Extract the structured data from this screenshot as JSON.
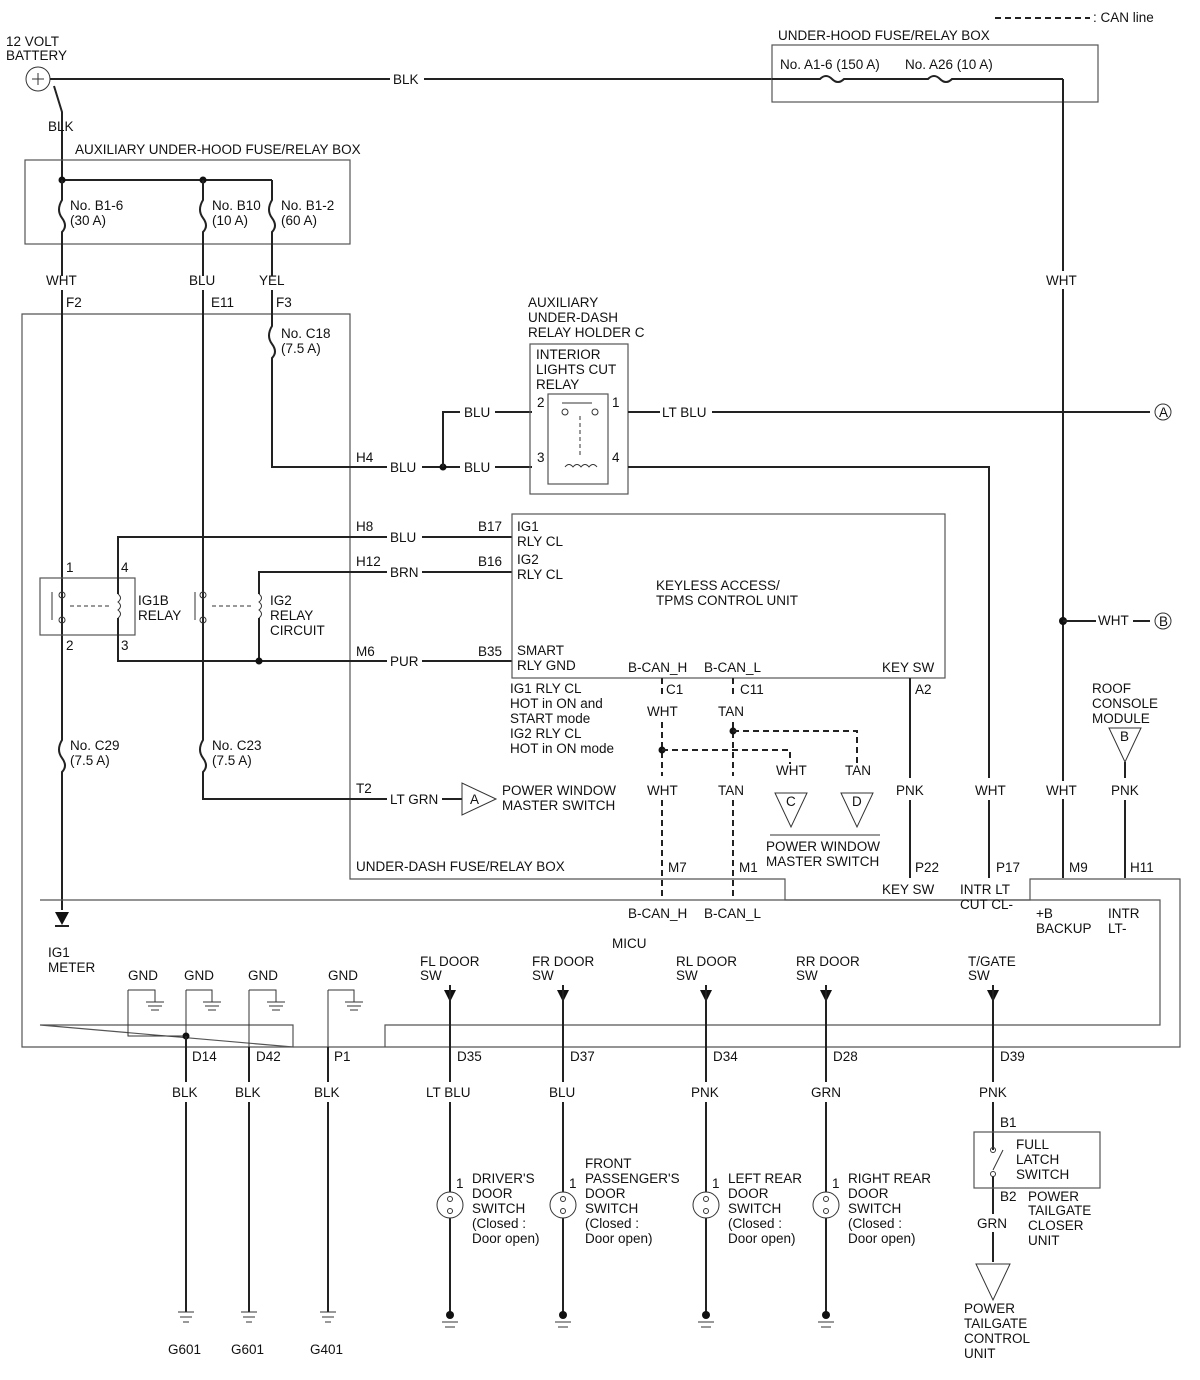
{
  "legend": {
    "can_line": ": CAN line"
  },
  "battery": {
    "line1": "12 VOLT",
    "line2": "BATTERY",
    "wire": "BLK"
  },
  "underhood_box": {
    "title": "UNDER-HOOD FUSE/RELAY BOX",
    "fuse_a1": "No. A1-6 (150 A)",
    "fuse_a26": "No. A26 (10 A)"
  },
  "aux_underhood_box": {
    "title": "AUXILIARY UNDER-HOOD FUSE/RELAY BOX",
    "fuses": [
      {
        "no": "No. B1-6",
        "rating": "(30 A)"
      },
      {
        "no": "No. B10",
        "rating": "(10 A)"
      },
      {
        "no": "No. B1-2",
        "rating": "(60 A)"
      }
    ]
  },
  "wires": {
    "blk": "BLK",
    "wht": "WHT",
    "blu": "BLU",
    "yel": "YEL",
    "brn": "BRN",
    "pur": "PUR",
    "lt_blu": "LT BLU",
    "lt_grn": "LT GRN",
    "tan": "TAN",
    "pnk": "PNK",
    "grn": "GRN"
  },
  "terminals": {
    "f2": "F2",
    "e11": "E11",
    "f3": "F3",
    "h4": "H4",
    "h8": "H8",
    "h12": "H12",
    "m6": "M6",
    "t2": "T2",
    "b17": "B17",
    "b16": "B16",
    "b35": "B35",
    "c1": "C1",
    "c11": "C11",
    "a2": "A2",
    "m7": "M7",
    "m1": "M1",
    "p22": "P22",
    "p17": "P17",
    "m9": "M9",
    "h11": "H11",
    "d14": "D14",
    "d42": "D42",
    "p1": "P1",
    "d35": "D35",
    "d37": "D37",
    "d34": "D34",
    "d28": "D28",
    "d39": "D39",
    "b1": "B1",
    "b2": "B2"
  },
  "fuses": {
    "c18": {
      "no": "No. C18",
      "rating": "(7.5 A)"
    },
    "c29": {
      "no": "No. C29",
      "rating": "(7.5 A)"
    },
    "c23": {
      "no": "No. C23",
      "rating": "(7.5 A)"
    }
  },
  "aux_underdash": {
    "line1": "AUXILIARY",
    "line2": "UNDER-DASH",
    "line3": "RELAY HOLDER C",
    "relay_line1": "INTERIOR",
    "relay_line2": "LIGHTS CUT",
    "relay_line3": "RELAY",
    "pins": [
      "2",
      "1",
      "3",
      "4"
    ]
  },
  "keyless": {
    "name_line1": "KEYLESS ACCESS/",
    "name_line2": "TPMS CONTROL UNIT",
    "ig1_1": "IG1",
    "ig1_2": "RLY CL",
    "ig2_1": "IG2",
    "ig2_2": "RLY CL",
    "smart_1": "SMART",
    "smart_2": "RLY GND",
    "bcan_h": "B-CAN_H",
    "bcan_l": "B-CAN_L",
    "key_sw": "KEY SW"
  },
  "relay_notes": [
    "IG1 RLY CL",
    "HOT in ON and",
    "START mode",
    "IG2 RLY CL",
    "HOT in ON mode"
  ],
  "ig1b_relay": {
    "line1": "IG1B",
    "line2": "RELAY",
    "pins": [
      "1",
      "4",
      "2",
      "3"
    ]
  },
  "ig2_relay": {
    "line1": "IG2",
    "line2": "RELAY",
    "line3": "CIRCUIT"
  },
  "connectors": {
    "a": "A",
    "b": "B",
    "c": "C",
    "d": "D"
  },
  "pw_master": {
    "line1": "POWER WINDOW",
    "line2": "MASTER SWITCH"
  },
  "roof_console": {
    "line1": "ROOF",
    "line2": "CONSOLE",
    "line3": "MODULE"
  },
  "underdash_box": {
    "title": "UNDER-DASH FUSE/RELAY BOX"
  },
  "micu": {
    "title": "MICU",
    "ig1_meter_1": "IG1",
    "ig1_meter_2": "METER",
    "gnd": "GND",
    "bcan_h": "B-CAN_H",
    "bcan_l": "B-CAN_L",
    "key_sw": "KEY SW",
    "intr_lt_cut_1": "INTR LT",
    "intr_lt_cut_2": "CUT CL-",
    "backup_1": "+B",
    "backup_2": "BACKUP",
    "intr_lt_1": "INTR",
    "intr_lt_2": "LT-",
    "fl_1": "FL DOOR",
    "fr_1": "FR DOOR",
    "rl_1": "RL DOOR",
    "rr_1": "RR DOOR",
    "tg_1": "T/GATE",
    "sw": "SW"
  },
  "door_switches": {
    "pin": "1",
    "driver": [
      "DRIVER'S",
      "DOOR",
      "SWITCH",
      "(Closed :",
      "Door open)"
    ],
    "front_pass": [
      "FRONT",
      "PASSENGER'S",
      "DOOR",
      "SWITCH",
      "(Closed :",
      "Door open)"
    ],
    "left_rear": [
      "LEFT REAR",
      "DOOR",
      "SWITCH",
      "(Closed :",
      "Door open)"
    ],
    "right_rear": [
      "RIGHT REAR",
      "DOOR",
      "SWITCH",
      "(Closed :",
      "Door open)"
    ]
  },
  "tailgate": {
    "latch": [
      "FULL",
      "LATCH",
      "SWITCH"
    ],
    "closer": [
      "POWER",
      "TAILGATE",
      "CLOSER",
      "UNIT"
    ],
    "control": [
      "POWER",
      "TAILGATE",
      "CONTROL",
      "UNIT"
    ]
  },
  "grounds": {
    "g601": "G601",
    "g401": "G401"
  }
}
